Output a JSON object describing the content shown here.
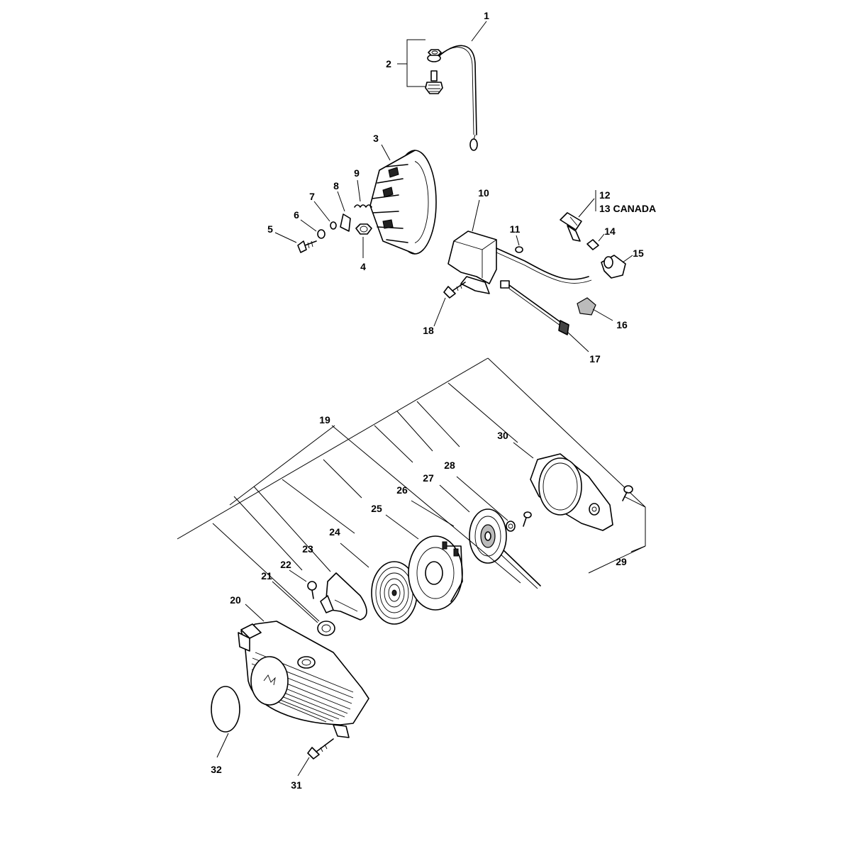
{
  "callouts": [
    {
      "id": "1",
      "label": "1"
    },
    {
      "id": "2",
      "label": "2"
    },
    {
      "id": "3",
      "label": "3"
    },
    {
      "id": "4",
      "label": "4"
    },
    {
      "id": "5",
      "label": "5"
    },
    {
      "id": "6",
      "label": "6"
    },
    {
      "id": "7",
      "label": "7"
    },
    {
      "id": "8",
      "label": "8"
    },
    {
      "id": "9",
      "label": "9"
    },
    {
      "id": "10",
      "label": "10"
    },
    {
      "id": "11",
      "label": "11"
    },
    {
      "id": "12",
      "label": "12"
    },
    {
      "id": "13",
      "label": "13 CANADA"
    },
    {
      "id": "14",
      "label": "14"
    },
    {
      "id": "15",
      "label": "15"
    },
    {
      "id": "16",
      "label": "16"
    },
    {
      "id": "17",
      "label": "17"
    },
    {
      "id": "18",
      "label": "18"
    },
    {
      "id": "19",
      "label": "19"
    },
    {
      "id": "20",
      "label": "20"
    },
    {
      "id": "21",
      "label": "21"
    },
    {
      "id": "22",
      "label": "22"
    },
    {
      "id": "23",
      "label": "23"
    },
    {
      "id": "24",
      "label": "24"
    },
    {
      "id": "25",
      "label": "25"
    },
    {
      "id": "26",
      "label": "26"
    },
    {
      "id": "27",
      "label": "27"
    },
    {
      "id": "28",
      "label": "28"
    },
    {
      "id": "29",
      "label": "29"
    },
    {
      "id": "30",
      "label": "30"
    },
    {
      "id": "31",
      "label": "31"
    },
    {
      "id": "32",
      "label": "32"
    }
  ]
}
